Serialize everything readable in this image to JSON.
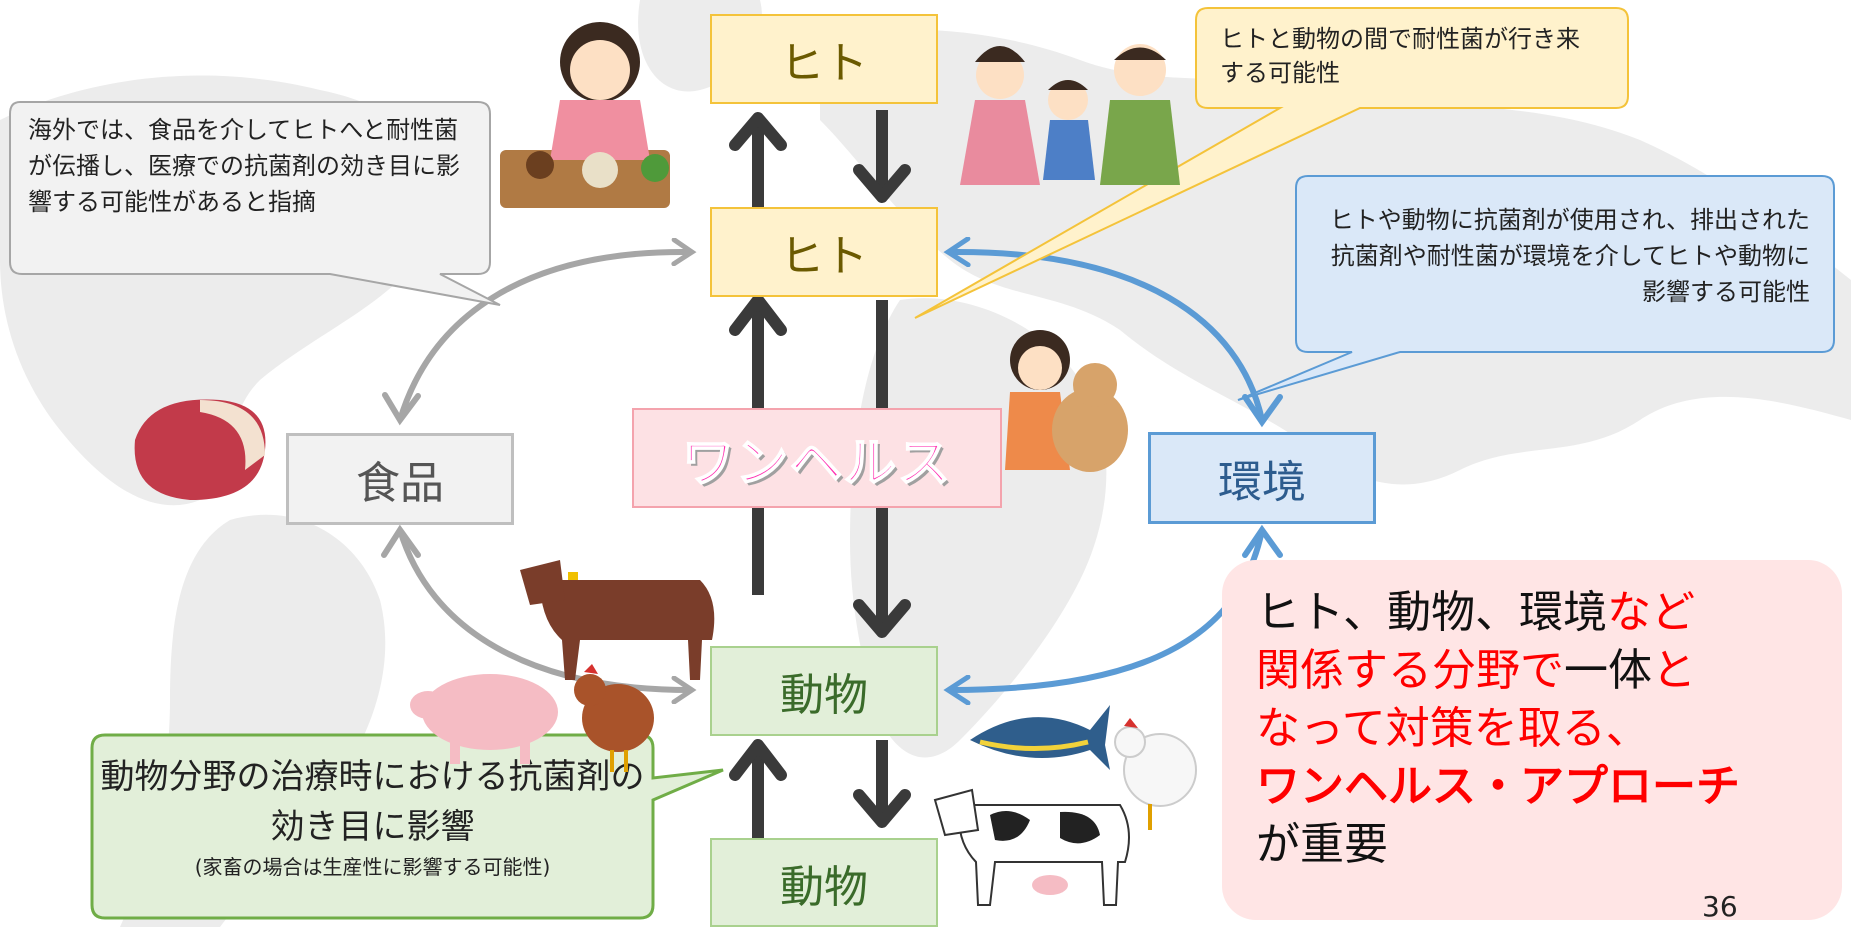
{
  "nodes": {
    "human_top": "ヒト",
    "human_mid": "ヒト",
    "food": "食品",
    "one_health": "ワンヘルス",
    "environment": "環境",
    "animal_mid": "動物",
    "animal_bottom": "動物"
  },
  "callouts": {
    "food_note": "海外では、食品を介してヒトへと耐性菌が伝播し、医療での抗菌剤の効き目に影響する可能性があると指摘",
    "human_animal_note": "ヒトと動物の間で耐性菌が行き来する可能性",
    "environment_note": "ヒトや動物に抗菌剤が使用され、排出された抗菌剤や耐性菌が環境を介してヒトや動物に影響する可能性",
    "animal_note_main": "動物分野の治療時における抗菌剤の効き目に影響",
    "animal_note_sub": "(家畜の場合は生産性に影響する可能性)"
  },
  "conclusion": {
    "part1": "ヒト、動物、環境",
    "part2": "など",
    "part3": "関係する分野で",
    "part4": "一体",
    "part5": "と",
    "part6": "なって対策を取る、",
    "part7": "ワンヘルス・アプローチ",
    "part8": "が重要"
  },
  "page_number": "36",
  "colors": {
    "human": "#fff2cc",
    "food": "#f2f2f2",
    "animal": "#e2efd9",
    "environment": "#dae8f8",
    "one_health_text": "#ff2db0",
    "conclusion_bg": "#ffe5e5",
    "emphasis_red": "#ff0000"
  }
}
